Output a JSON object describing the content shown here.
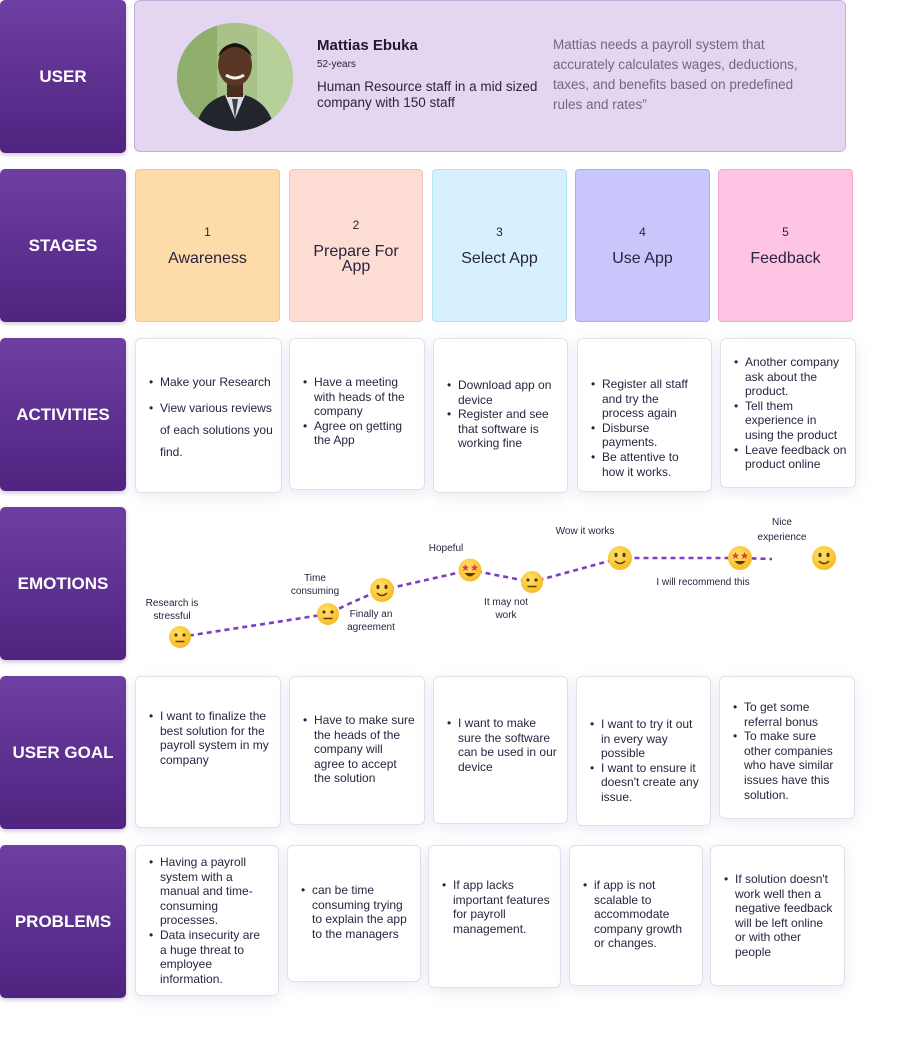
{
  "rows": {
    "user": "USER",
    "stages": "STAGES",
    "activities": "ACTIVITIES",
    "emotions": "EMOTIONS",
    "user_goal": "USER GOAL",
    "problems": "PROBLEMS"
  },
  "user": {
    "name": "Mattias Ebuka",
    "age": "52-years",
    "description": "Human Resource staff in a mid sized company with 150 staff",
    "quote": "Mattias needs a payroll system that accurately calculates wages, deductions, taxes, and benefits based on predefined rules and rates”"
  },
  "stages": [
    {
      "num": "1",
      "title": "Awareness",
      "color": "#fddcaa"
    },
    {
      "num": "2",
      "title": "Prepare For App",
      "color": "#fddcd3"
    },
    {
      "num": "3",
      "title": "Select App",
      "color": "#d6f1fd"
    },
    {
      "num": "4",
      "title": "Use App",
      "color": "#c8c6fb"
    },
    {
      "num": "5",
      "title": "Feedback",
      "color": "#fdc4e4"
    }
  ],
  "activities": [
    [
      "Make your Research",
      "View various reviews of each solutions you find."
    ],
    [
      "Have a meeting with heads of the company",
      "Agree on getting the App"
    ],
    [
      "Download app on device",
      "Register and see that software is working fine"
    ],
    [
      "Register all staff and try the process again",
      "Disburse payments.",
      "Be attentive to how it works."
    ],
    [
      "Another company ask about the product.",
      "Tell them experience in using the product",
      "Leave feedback on product online"
    ]
  ],
  "emotions": {
    "labels": {
      "research": "Research is stressful",
      "time": "Time consuming",
      "agreement": "Finally an agreement",
      "hopeful": "Hopeful",
      "not_work": "It may not work",
      "wow": "Wow it works",
      "recommend": "I will recommend this",
      "nice": "Nice experience"
    },
    "icons": [
      "neutral-face-icon",
      "neutral-face-icon",
      "smiling-face-icon",
      "star-struck-face-icon",
      "neutral-face-icon",
      "smiling-face-icon",
      "star-struck-face-icon",
      "smiling-face-icon"
    ],
    "line_color": "#7b3fc0"
  },
  "user_goal": [
    [
      "I want to finalize the best solution for the payroll system in my company"
    ],
    [
      "Have to make sure the heads  of the company will agree to accept the solution"
    ],
    [
      "I want to make sure the software can be used in our device"
    ],
    [
      "I want to try it out in every way possible",
      "I want to ensure it doesn't create any issue."
    ],
    [
      "To get some referral bonus",
      "To make sure other companies who have similar issues have this solution."
    ]
  ],
  "problems": [
    [
      "Having a payroll system with a manual and time-consuming processes.",
      "Data insecurity are a huge threat to employee information."
    ],
    [
      "can be time consuming trying to explain the app to the managers"
    ],
    [
      "If app lacks important features for payroll management."
    ],
    [
      "if app is not scalable to accommodate company  growth or changes."
    ],
    [
      "If solution doesn't work well then a negative feedback will be left online or with other people"
    ]
  ],
  "colors": {
    "label_bg": "#5a2d8c",
    "user_panel": "#e4d6f0"
  }
}
